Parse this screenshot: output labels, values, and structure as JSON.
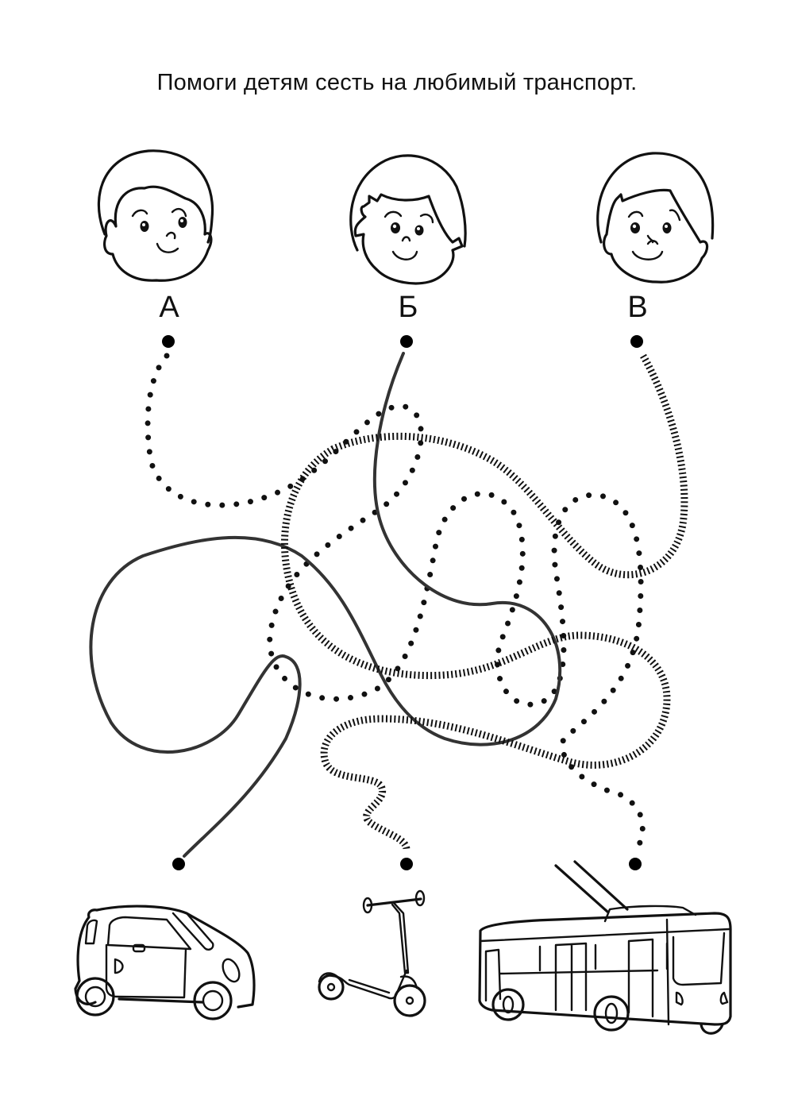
{
  "worksheet": {
    "title": "Помоги детям сесть на любимый транспорт.",
    "children": [
      {
        "id": "A",
        "label": "А",
        "path_style": "dotted",
        "destination": "trolleybus"
      },
      {
        "id": "B",
        "label": "Б",
        "path_style": "solid",
        "destination": "car"
      },
      {
        "id": "V",
        "label": "В",
        "path_style": "hatched",
        "destination": "scooter"
      }
    ],
    "vehicles": [
      {
        "id": "car",
        "icon": "car-icon"
      },
      {
        "id": "scooter",
        "icon": "kick-scooter-icon"
      },
      {
        "id": "trolleybus",
        "icon": "trolleybus-icon"
      }
    ],
    "colors": {
      "ink": "#111111",
      "background": "#ffffff"
    }
  }
}
